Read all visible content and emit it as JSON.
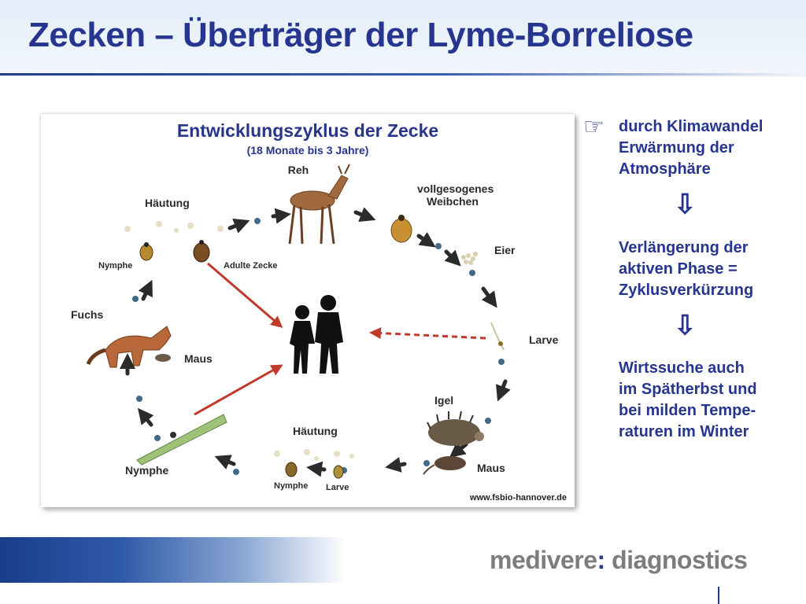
{
  "slide": {
    "title": "Zecken – Überträger der Lyme-Borreliose"
  },
  "figure": {
    "title": "Entwicklungszyklus der Zecke",
    "subtitle": "(18 Monate bis 3 Jahre)",
    "labels": {
      "reh": "Reh",
      "haeutung_top": "Häutung",
      "weibchen": "vollgesogenes Weibchen",
      "eier": "Eier",
      "nymphe_top": "Nymphe",
      "adulte": "Adulte Zecke",
      "fuchs": "Fuchs",
      "maus_left": "Maus",
      "larve_right": "Larve",
      "igel": "Igel",
      "haeutung_bottom": "Häutung",
      "maus_right": "Maus",
      "nymphe_bottom_left": "Nymphe",
      "nymphe_bottom": "Nymphe",
      "larve_bottom": "Larve"
    },
    "credit": "www.fsbio-hannover.de"
  },
  "side": {
    "point_icon": "pointing-hand-icon",
    "block1": [
      "durch Klimawandel",
      "Erwärmung der",
      "Atmosphäre"
    ],
    "arrow_icon": "hollow-down-arrow-icon",
    "block2": [
      "Verlängerung der",
      "aktiven Phase =",
      "Zyklusverkürzung"
    ],
    "block3": [
      "Wirtssuche auch",
      "im Spätherbst und",
      "bei milden Tempe-",
      "raturen im Winter"
    ]
  },
  "footer": {
    "logo_left": "medivere",
    "logo_sep": ":",
    "logo_right": " diagnostics"
  },
  "colors": {
    "title": "#26358f",
    "red_arrow": "#c0392b",
    "cycle_dot": "#3f6a8a"
  }
}
